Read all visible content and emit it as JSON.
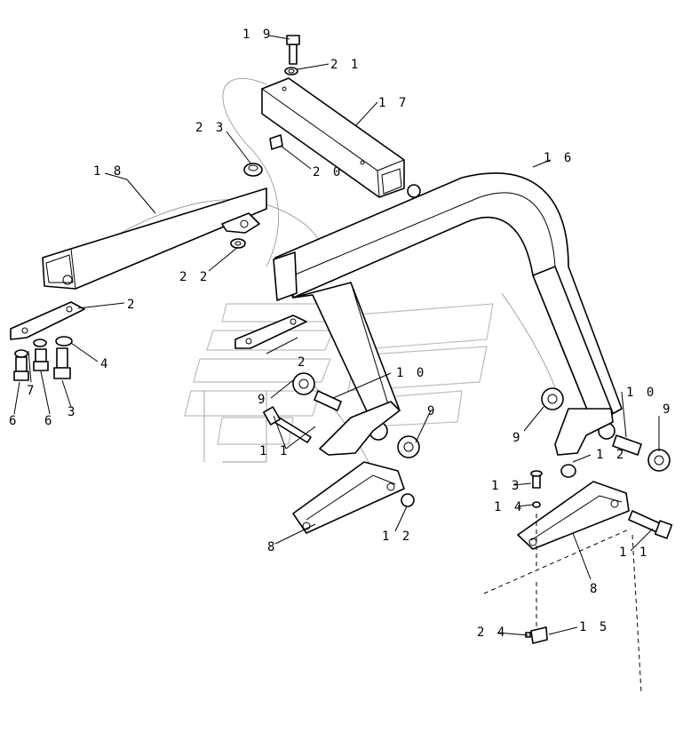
{
  "labels": {
    "l19": "1 9",
    "l21": "2 1",
    "l17": "1 7",
    "l23": "2 3",
    "l20": "2 0",
    "l16": "1 6",
    "l18": "1 8",
    "l22": "2 2",
    "l2a": "2",
    "l2b": "2",
    "l4": "4",
    "l7": "7",
    "l6a": "6",
    "l6b": "6",
    "l3": "3",
    "l10a": "1 0",
    "l10b": "1 0",
    "l9a": "9",
    "l9b": "9",
    "l9c": "9",
    "l9d": "9",
    "l11a": "1 1",
    "l11b": "1 1",
    "l12a": "1 2",
    "l12b": "1 2",
    "l13": "1 3",
    "l14": "1 4",
    "l8a": "8",
    "l8b": "8",
    "l24": "2 4",
    "l15": "1 5"
  }
}
